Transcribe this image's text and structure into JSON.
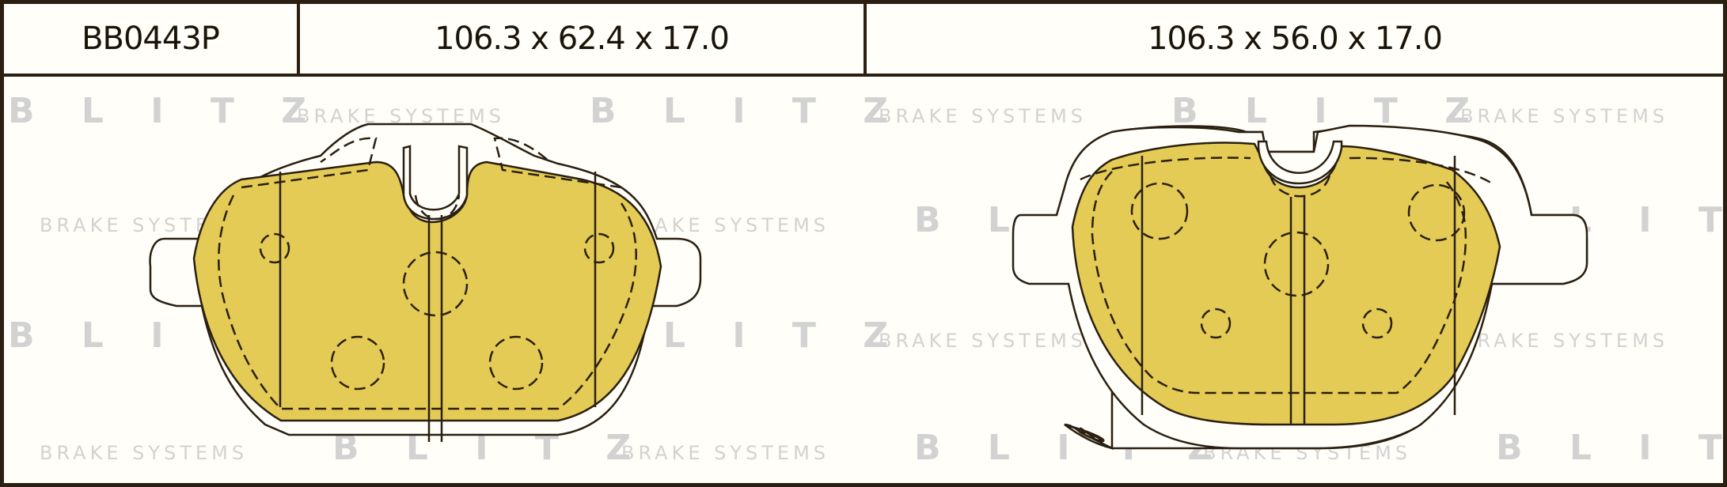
{
  "header": {
    "part_number": "BB0443P",
    "pad_a_dimensions": "106.3 x 62.4 x 17.0",
    "pad_b_dimensions": "106.3 x 56.0 x 17.0"
  },
  "watermark": {
    "brand": "B L I T Z",
    "tagline": "BRAKE SYSTEMS"
  },
  "colors": {
    "border": "#2a1f10",
    "pad_fill": "#e3cb55",
    "watermark": "#d2d2d2",
    "background": "#fffef9"
  }
}
